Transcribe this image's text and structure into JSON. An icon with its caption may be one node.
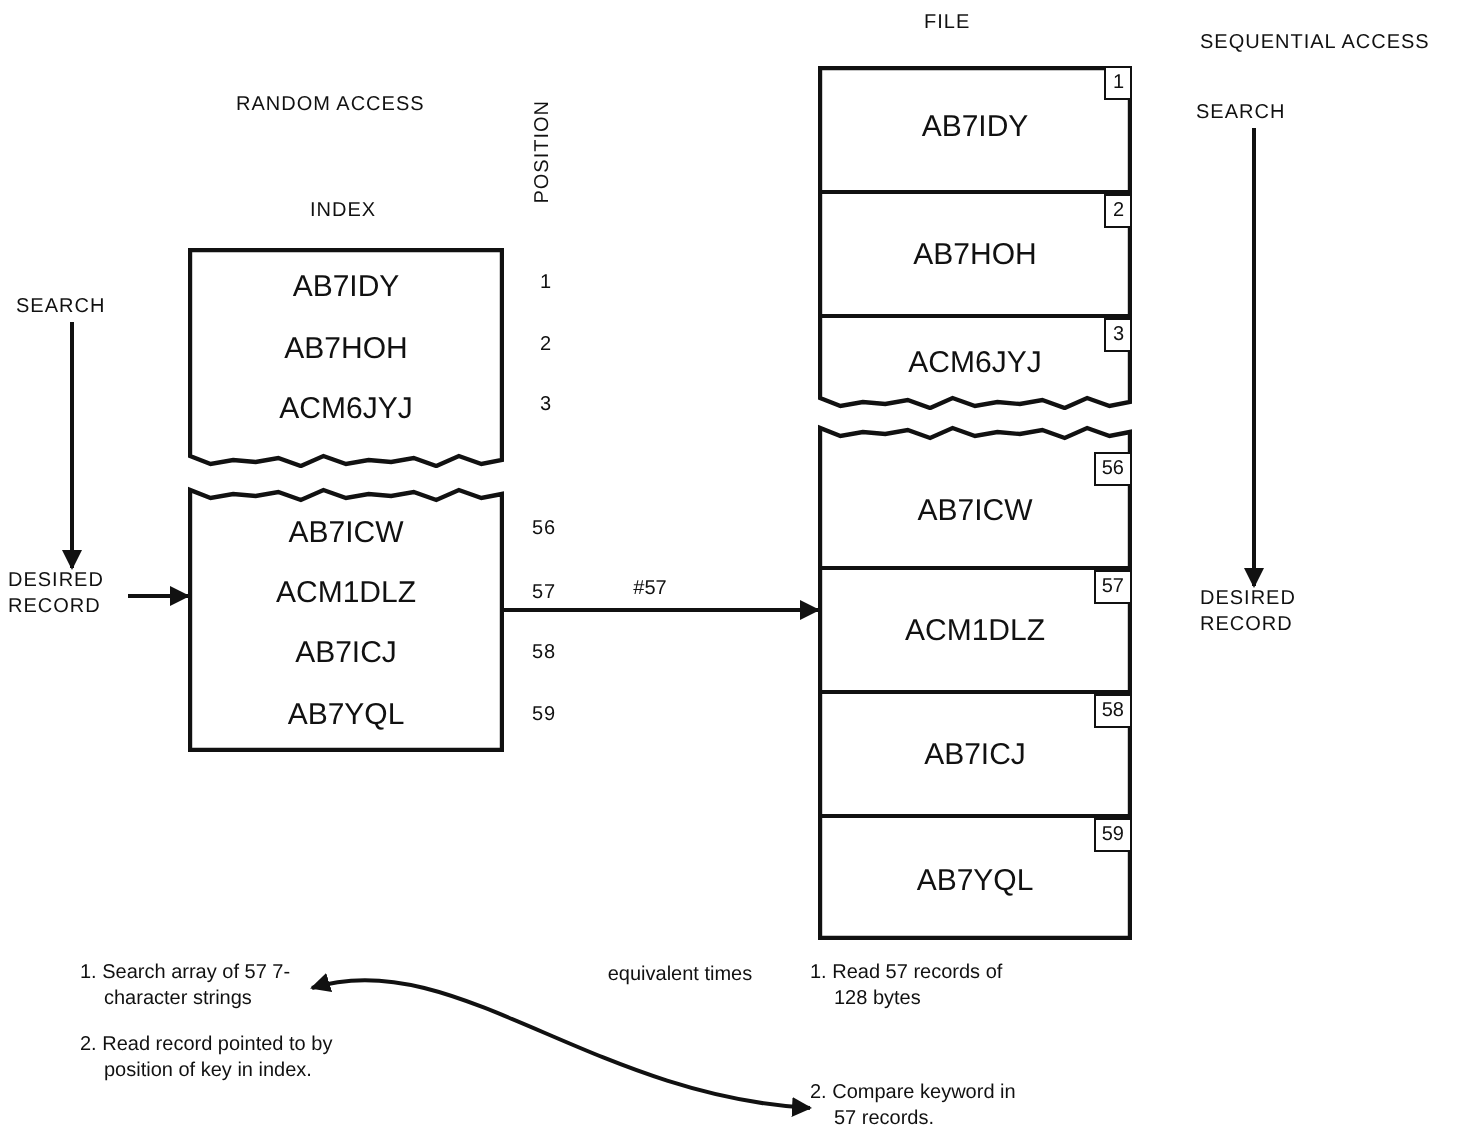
{
  "diagram": {
    "nodes": [
      {
        "text": [],
        "shape": "box"
      },
      {
        "text": [
          "AB7IDY"
        ],
        "in": 0
      },
      {
        "text": [
          "AB7HOH"
        ],
        "in": 0
      },
      {
        "text": [
          "ACM6JYJ"
        ],
        "in": 0
      },
      {
        "text": [],
        "shape": "box"
      },
      {
        "text": [
          "AB7ICW"
        ],
        "in": 4
      },
      {
        "text": [
          "ACM1DLZ"
        ],
        "in": 4
      },
      {
        "text": [
          "AB7ICJ"
        ],
        "in": 4
      },
      {
        "text": [
          "AB7YQL"
        ],
        "in": 4
      },
      {
        "text": [],
        "shape": "box"
      },
      {
        "text": [
          "1",
          "AB7IDY"
        ],
        "in": 9
      },
      {
        "text": [
          "2",
          "AB7HOH"
        ],
        "in": 9
      },
      {
        "text": [
          "3",
          "ACM6JYJ"
        ],
        "in": 9
      },
      {
        "text": [],
        "shape": "box"
      },
      {
        "text": [
          "56",
          "AB7ICW"
        ],
        "in": 13
      },
      {
        "text": [
          "57",
          "ACM1DLZ"
        ],
        "in": 13
      },
      {
        "text": [
          "58",
          "AB7ICJ"
        ],
        "in": 13
      },
      {
        "text": [
          "59",
          "AB7YQL"
        ],
        "in": 13
      },
      {
        "text": [
          "SEARCH"
        ]
      },
      {
        "text": [
          "DESIRED RECORD"
        ]
      },
      {
        "text": [
          "SEARCH"
        ]
      },
      {
        "text": [
          "DESIRED RECORD"
        ]
      },
      {
        "text": [
          "1. Search array of 57 7-character strings"
        ]
      },
      {
        "text": [
          "2. Read record pointed to by position of key in index."
        ]
      },
      {
        "text": [
          "1. Read 57 records of 128 bytes"
        ]
      },
      {
        "text": [
          "2. Compare keyword in 57 records."
        ]
      }
    ],
    "edges": [
      {
        "from": 18,
        "to": 19,
        "arrow": "to"
      },
      {
        "from": 19,
        "to": 6,
        "arrow": "to"
      },
      {
        "from": 6,
        "to": 15,
        "arrow": "to",
        "label": "#57"
      },
      {
        "from": 20,
        "to": 21,
        "arrow": "to"
      },
      {
        "from": 22,
        "to": 25,
        "arrow": "both",
        "label": "equivalent times"
      }
    ],
    "labels": [
      "FILE",
      "SEQUENTIAL ACCESS",
      "RANDOM ACCESS",
      "POSITION",
      "INDEX",
      "1",
      "2",
      "3",
      "56",
      "57",
      "58",
      "59"
    ]
  }
}
